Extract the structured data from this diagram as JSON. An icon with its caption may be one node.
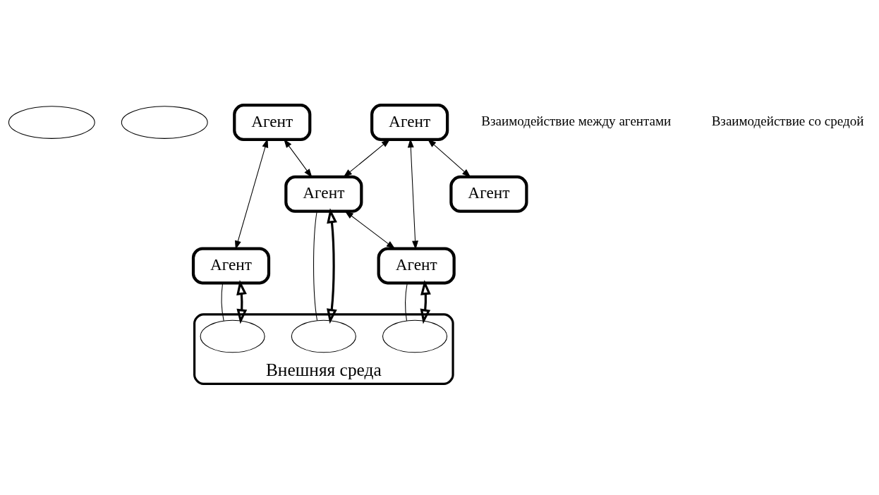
{
  "diagram": {
    "nodes": [
      {
        "text": [],
        "shape": "ellipse"
      },
      {
        "text": [],
        "shape": "ellipse"
      },
      {
        "text": [
          "Агент"
        ]
      },
      {
        "text": [
          "Агент"
        ]
      },
      {
        "text": [
          "Агент"
        ]
      },
      {
        "text": [
          "Агент"
        ]
      },
      {
        "text": [
          "Агент"
        ]
      },
      {
        "text": [
          "Агент"
        ]
      },
      {
        "text": [
          "Внешняя среда"
        ]
      },
      {
        "text": [],
        "shape": "ellipse",
        "in": 8
      },
      {
        "text": [],
        "shape": "ellipse",
        "in": 8
      },
      {
        "text": [],
        "shape": "ellipse",
        "in": 8
      }
    ],
    "edges": [
      {
        "from": 2,
        "to": 5,
        "arrow": "both"
      },
      {
        "from": 2,
        "to": 4,
        "arrow": "both"
      },
      {
        "from": 3,
        "to": 4,
        "arrow": "both"
      },
      {
        "from": 3,
        "to": 6,
        "arrow": "both"
      },
      {
        "from": 3,
        "to": 7,
        "arrow": "both"
      },
      {
        "from": 4,
        "to": 6,
        "arrow": "both"
      },
      {
        "from": 5,
        "to": 9,
        "arrow": "none"
      },
      {
        "from": 4,
        "to": 10,
        "arrow": "none"
      },
      {
        "from": 6,
        "to": 11,
        "arrow": "none"
      },
      {
        "from": 5,
        "to": 9,
        "arrow": "both",
        "style": "thick"
      },
      {
        "from": 4,
        "to": 10,
        "arrow": "both",
        "style": "thick"
      },
      {
        "from": 6,
        "to": 11,
        "arrow": "both",
        "style": "thick"
      }
    ],
    "labels": [
      "Взаимодействие между агентами",
      "Взаимодействие со средой"
    ]
  }
}
